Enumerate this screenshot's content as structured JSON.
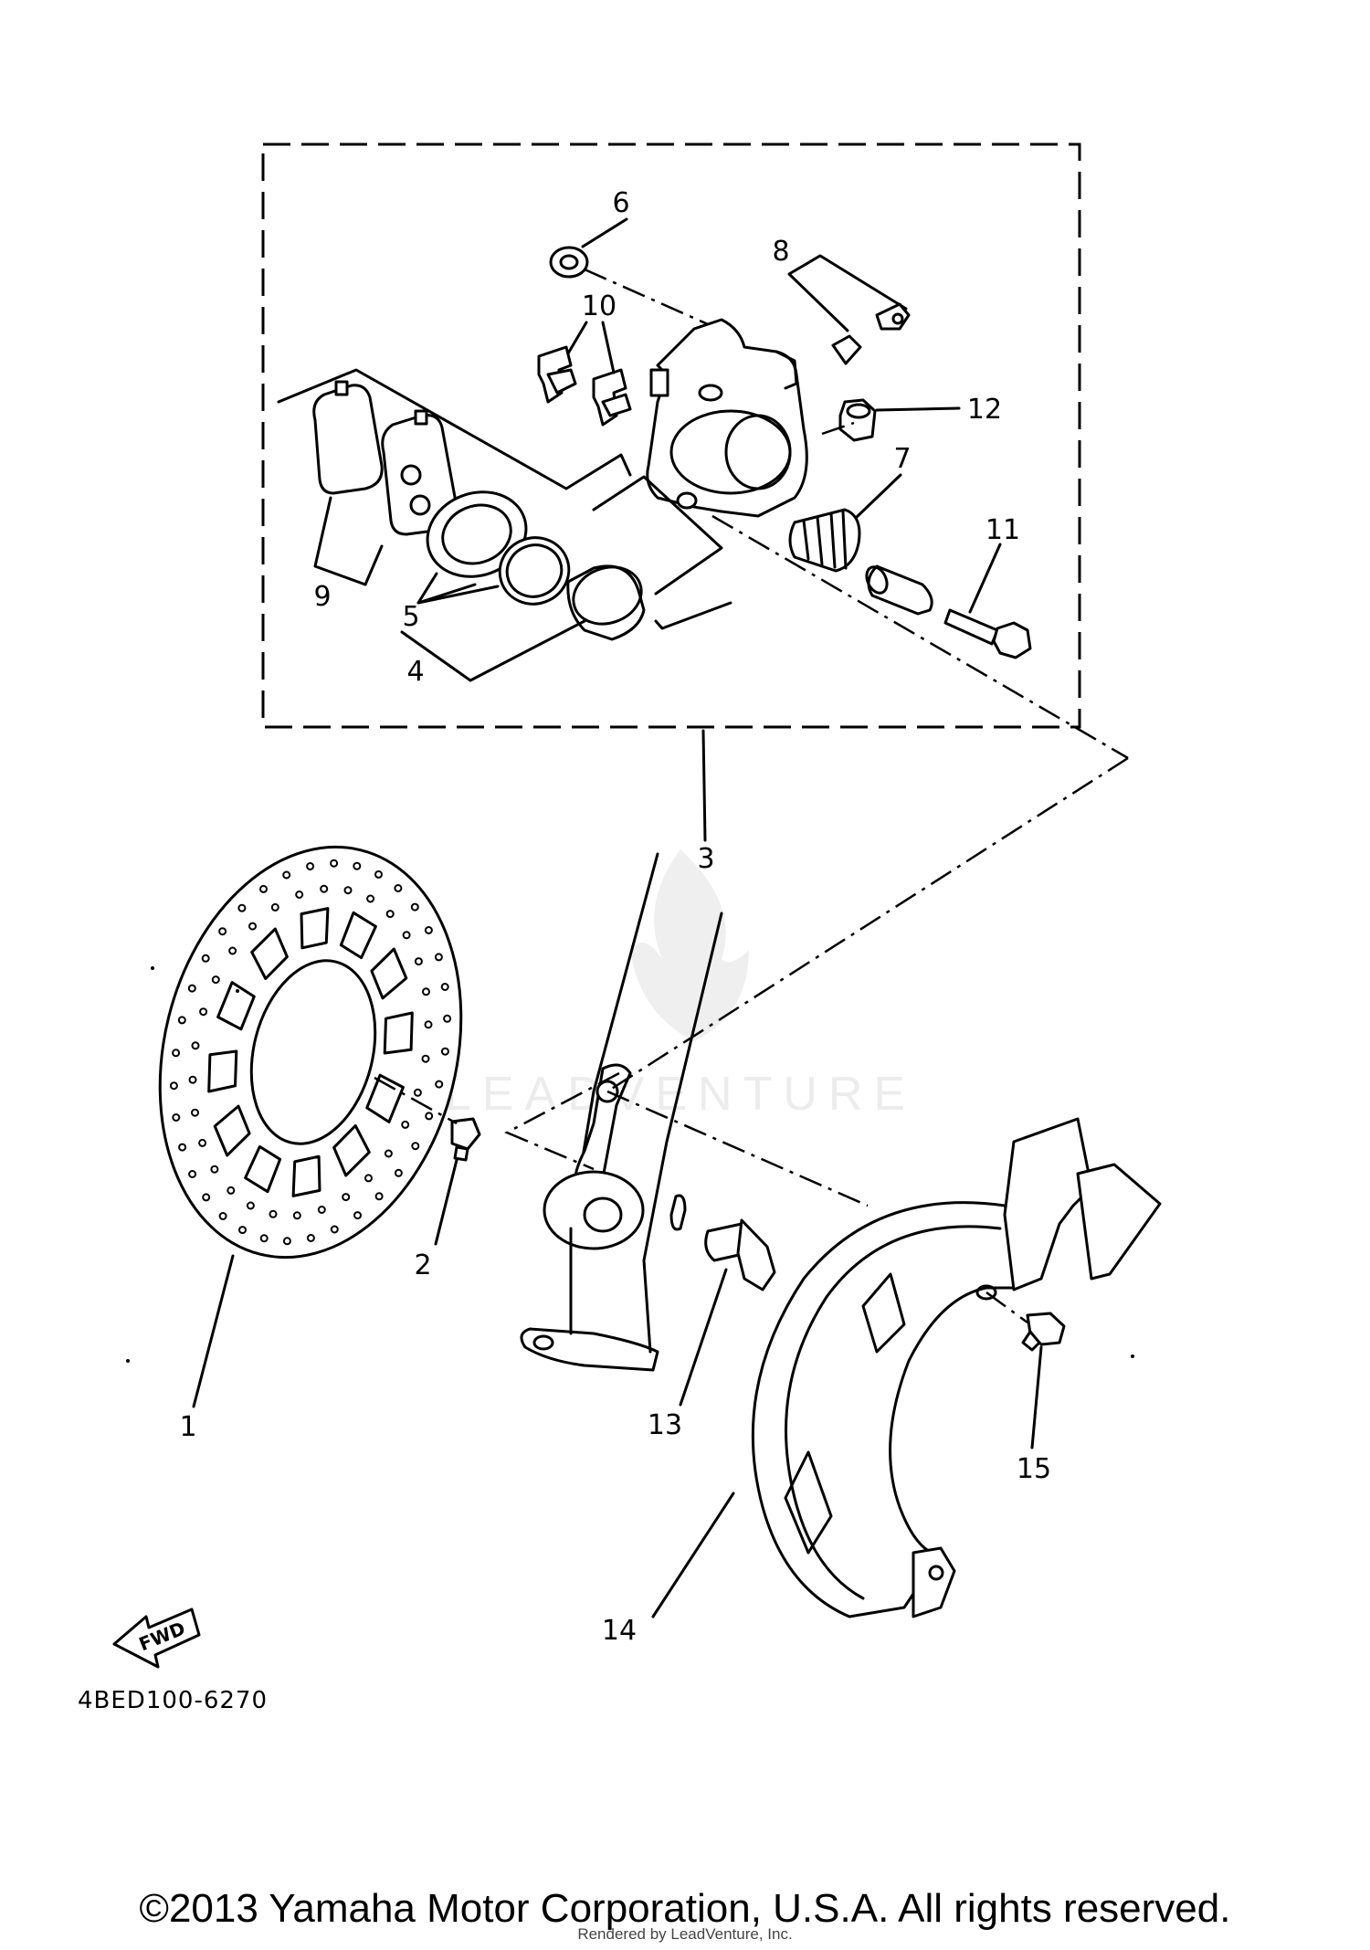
{
  "diagram_code": "4BED100-6270",
  "fwd_arrow_label": "FWD",
  "watermark_text": "LEADVENTURE",
  "callouts": {
    "c1": "1",
    "c2": "2",
    "c3": "3",
    "c4": "4",
    "c5": "5",
    "c6": "6",
    "c7": "7",
    "c8": "8",
    "c9": "9",
    "c10": "10",
    "c11": "11",
    "c12": "12",
    "c13": "13",
    "c14": "14",
    "c15": "15"
  },
  "copyright": "©2013 Yamaha Motor Corporation, U.S.A. All rights reserved.",
  "rendered_by": "Rendered by LeadVenture, Inc."
}
